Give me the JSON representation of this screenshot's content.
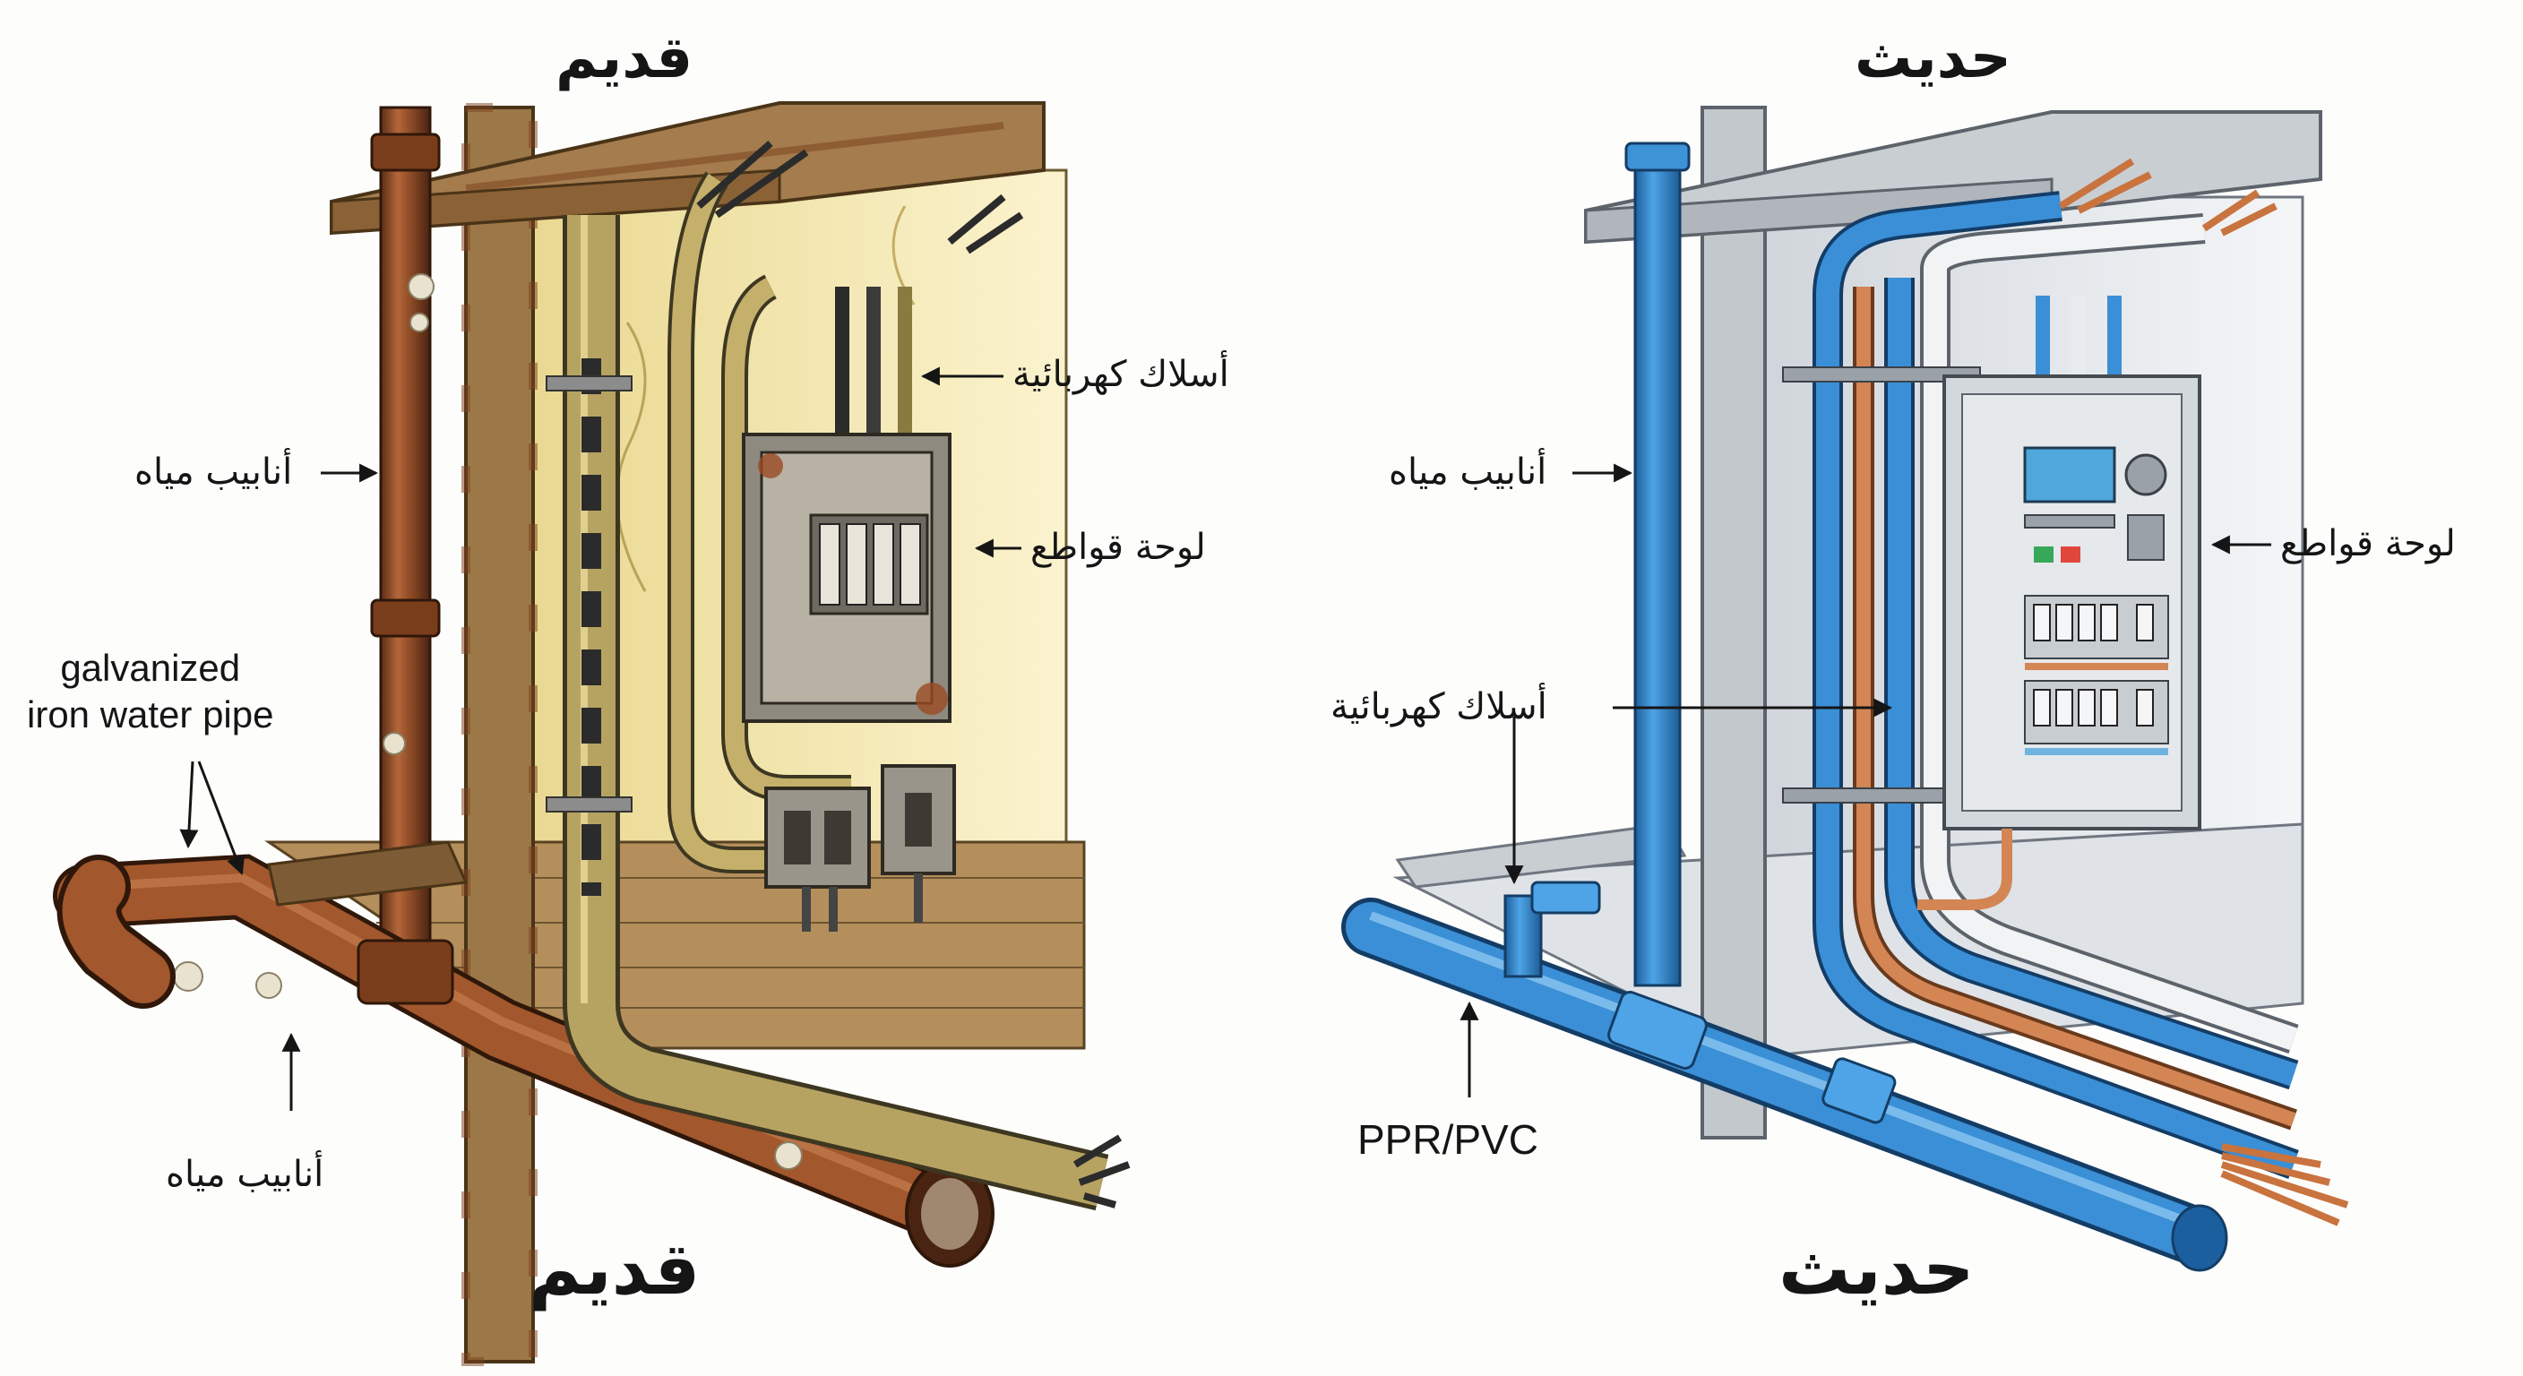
{
  "old_panel": {
    "title_top": "قديم",
    "title_bottom": "قديم",
    "label_wires": "أسلاك كهربائية",
    "label_water_pipes_top": "أنابيب مياه",
    "label_breaker_panel": "لوحة قواطع",
    "label_galvanized": "galvanized\niron water pipe",
    "label_water_pipes_bottom": "أنابيب مياه"
  },
  "new_panel": {
    "title_top": "حديث",
    "title_bottom": "حديث",
    "label_water_pipes": "أنابيب مياه",
    "label_breaker_panel": "لوحة قواطع",
    "label_wires": "أسلاك كهربائية",
    "label_ppr_pvc": "PPR/PVC"
  },
  "colors": {
    "rust": "#9a4a22",
    "old_wall": "#f0e3a6",
    "old_wood": "#8a6a44",
    "new_blue": "#2f86cf",
    "copper": "#c9733f",
    "gray_wall": "#d9dde2",
    "panel_gray": "#cfd4d9"
  }
}
